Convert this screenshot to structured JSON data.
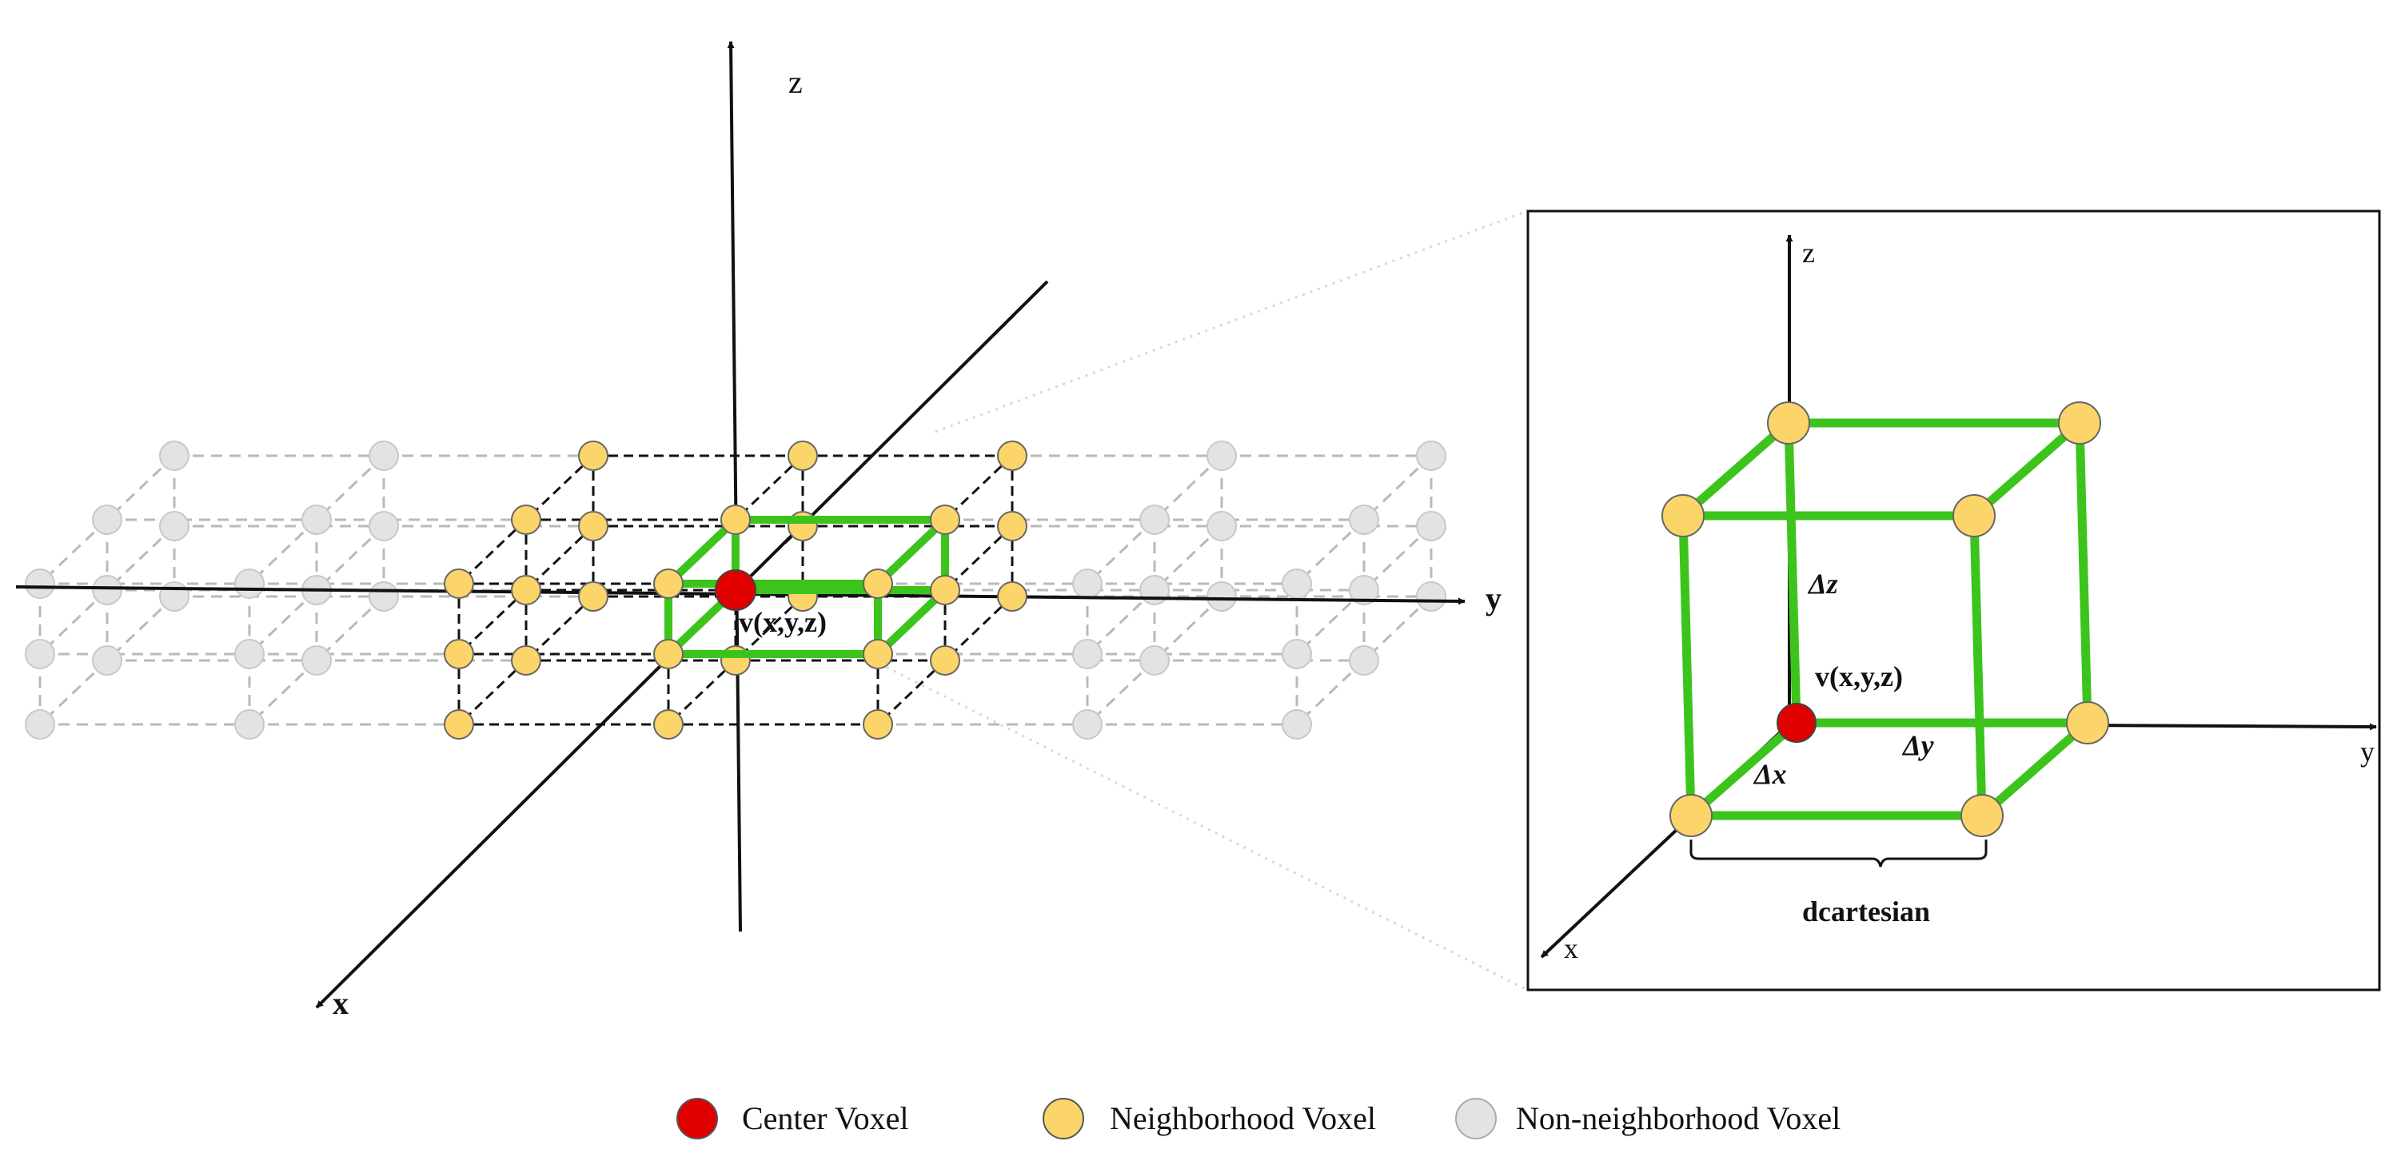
{
  "main_view": {
    "axis_x": "x",
    "axis_y": "y",
    "axis_z": "z",
    "center_label": "v(x,y,z)"
  },
  "inset": {
    "axis_x": "x",
    "axis_y": "y",
    "axis_z": "z",
    "center_label": "v(x,y,z)",
    "delta_x": "Δx",
    "delta_y": "Δy",
    "delta_z": "Δz",
    "distance_label": "dcartesian"
  },
  "legend": {
    "center": "Center Voxel",
    "neighborhood": "Neighborhood Voxel",
    "non_neighborhood": "Non-neighborhood Voxel"
  },
  "colors": {
    "center_voxel": "#e00000",
    "neighborhood_voxel": "#fcd56a",
    "non_neighborhood_voxel": "#e3e3e3",
    "edge_highlight": "#3cc41c",
    "outer_grid": "#b9b9b9",
    "neighborhood_grid": "#111111",
    "zoom_link": "#ddd8c8"
  }
}
